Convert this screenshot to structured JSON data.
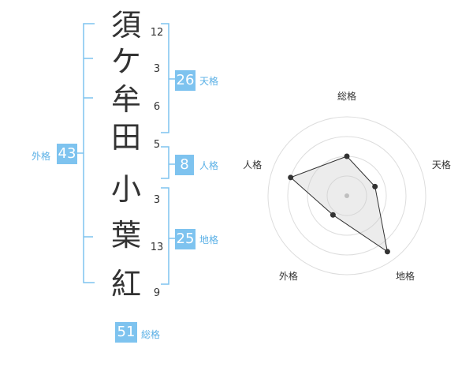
{
  "colors": {
    "accent": "#7ec3ef",
    "accent_text": "#5ab0e6",
    "bracket": "#7ec3ef",
    "text": "#333333"
  },
  "name": {
    "chars": [
      "須",
      "ケ",
      "牟",
      "田",
      "小",
      "葉",
      "紅"
    ],
    "strokes": [
      "12",
      "3",
      "6",
      "5",
      "3",
      "13",
      "9"
    ]
  },
  "fortune": {
    "tenkaku": {
      "value": "26",
      "label": "天格"
    },
    "jinkaku": {
      "value": "8",
      "label": "人格"
    },
    "chikaku": {
      "value": "25",
      "label": "地格"
    },
    "gaikaku": {
      "value": "43",
      "label": "外格"
    },
    "soukaku": {
      "value": "51",
      "label": "総格"
    }
  },
  "chart_data": {
    "type": "radar",
    "axes": [
      "総格",
      "天格",
      "地格",
      "外格",
      "人格"
    ],
    "levels": 4,
    "values": [
      2,
      1.5,
      3.5,
      1.2,
      3
    ],
    "max": 4
  }
}
